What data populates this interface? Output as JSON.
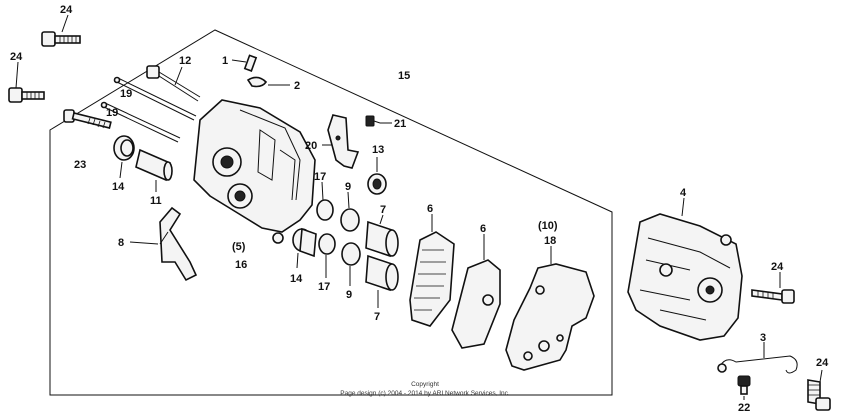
{
  "labels": {
    "p24a": "24",
    "p24b": "24",
    "p24c": "24",
    "p24d": "24",
    "p1": "1",
    "p2": "2",
    "p12": "12",
    "p15": "15",
    "p19a": "19",
    "p19b": "19",
    "p23": "23",
    "p14a": "14",
    "p11": "11",
    "p20": "20",
    "p21": "21",
    "p13": "13",
    "p17a": "17",
    "p9a": "9",
    "p7a": "7",
    "p8": "8",
    "p5": "(5)",
    "p16": "16",
    "p14b": "14",
    "p17b": "17",
    "p9b": "9",
    "p7b": "7",
    "p6a": "6",
    "p6b": "6",
    "p10": "(10)",
    "p18": "18",
    "p4": "4",
    "p3": "3",
    "p22": "22"
  },
  "copyright": {
    "line1": "Copyright",
    "line2": "Page design (c) 2004 - 2014 by ARI Network Services, Inc."
  }
}
